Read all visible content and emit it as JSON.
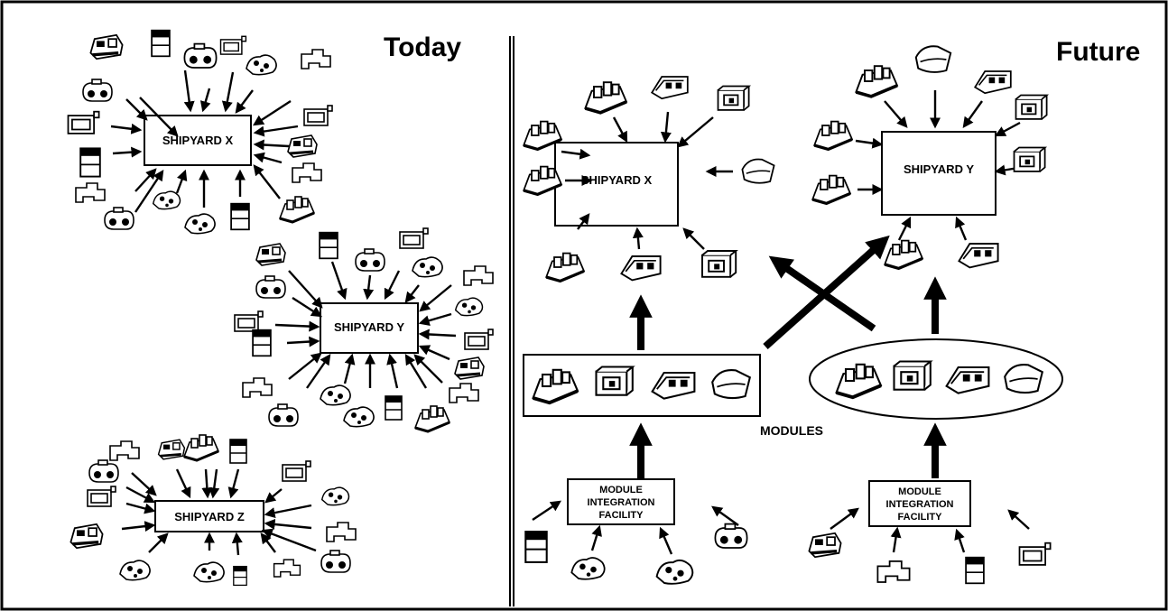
{
  "today": {
    "title": "Today",
    "shipyards": [
      {
        "label": "SHIPYARD X"
      },
      {
        "label": "SHIPYARD Y"
      },
      {
        "label": "SHIPYARD Z"
      }
    ]
  },
  "future": {
    "title": "Future",
    "shipyard_x": "SHIPYARD X",
    "shipyard_y": "SHIPYARD Y",
    "modules_label": "MODULES",
    "facility_left": [
      "MODULE",
      "INTEGRATION",
      "FACILITY"
    ],
    "facility_right": [
      "MODULE",
      "INTEGRATION",
      "FACILITY"
    ]
  },
  "icons": [
    "engine-icon",
    "cabinet-icon",
    "gear-pump-icon",
    "frame-icon",
    "rubble-icon",
    "pipe-icon",
    "module-block-icon",
    "hull-section-icon",
    "console-block-icon",
    "box-module-icon"
  ],
  "colors": {
    "ink": "#000000",
    "background": "#ffffff"
  }
}
